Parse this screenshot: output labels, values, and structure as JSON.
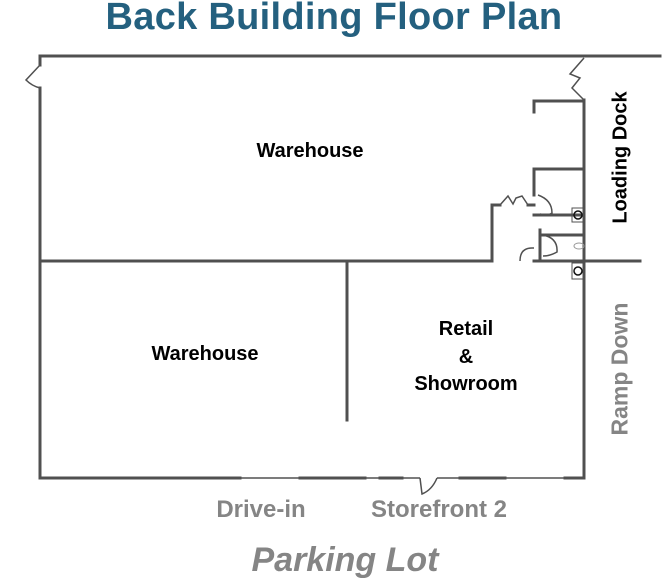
{
  "title": "Back Building Floor Plan",
  "rooms": {
    "warehouse_top": "Warehouse",
    "warehouse_bottom": "Warehouse",
    "retail_line1": "Retail",
    "retail_line2": "&",
    "retail_line3": "Showroom"
  },
  "exterior_labels": {
    "loading_dock": "Loading Dock",
    "ramp_down": "Ramp Down",
    "drive_in": "Drive-in",
    "storefront": "Storefront 2",
    "parking_lot": "Parking Lot"
  },
  "colors": {
    "title": "#24607f",
    "wall": "#505050",
    "gray_label": "#858585",
    "room_label": "#000000"
  }
}
